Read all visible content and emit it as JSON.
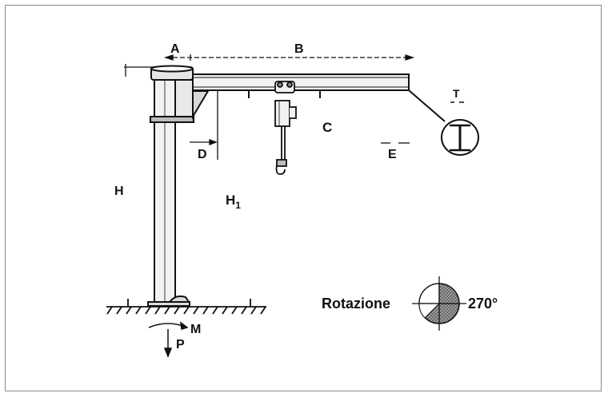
{
  "labels": {
    "A": "A",
    "B": "B",
    "C": "C",
    "D": "D",
    "E": "E",
    "T": "T",
    "H": "H",
    "H1_main": "H",
    "H1_sub": "1",
    "M": "M",
    "P": "P"
  },
  "rotation": {
    "label": "Rotazione",
    "value": "270°"
  }
}
